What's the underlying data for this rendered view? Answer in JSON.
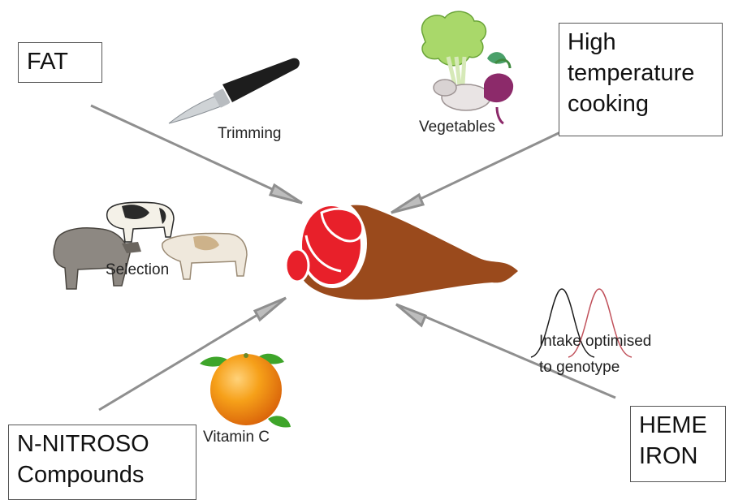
{
  "factors": {
    "fat": {
      "lines": [
        "FAT"
      ]
    },
    "high_temp": {
      "lines": [
        "High",
        "temperature",
        "cooking"
      ]
    },
    "nitroso": {
      "lines": [
        "N-NITROSO",
        "Compounds"
      ]
    },
    "heme": {
      "lines": [
        "HEME",
        "IRON"
      ]
    }
  },
  "strategies": {
    "trimming": "Trimming",
    "vegetables": "Vegetables",
    "selection": "Selection",
    "vitamin_c": "Vitamin C",
    "genotype": [
      "Intake optimised",
      "to genotype"
    ]
  },
  "icons": {
    "center": "ham-meat-icon",
    "trimming": "knife-icon",
    "vegetables": "vegetables-icon",
    "selection": "cattle-icon",
    "vitamin_c": "orange-icon",
    "genotype": "distribution-curves-icon"
  },
  "colors": {
    "meat_brown": "#9a4a1c",
    "meat_red": "#e8202a",
    "arrow": "#9a9a9a",
    "orange": "#f28a10",
    "leaf": "#3ea52a"
  }
}
